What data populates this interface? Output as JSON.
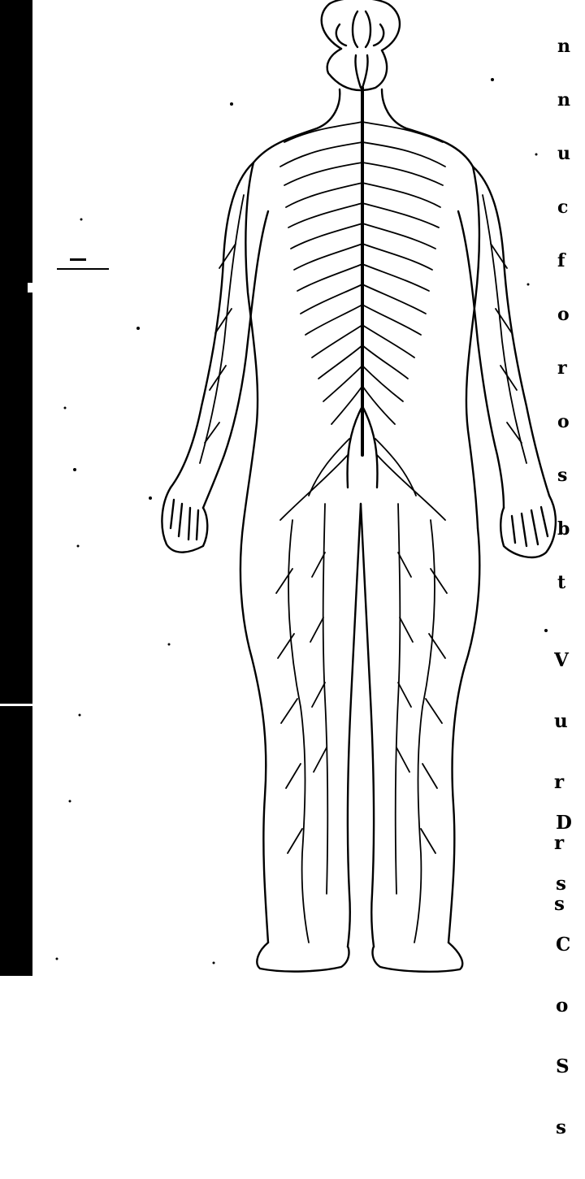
{
  "document": {
    "figure": {
      "subject": "human figure, back view, showing the nervous system",
      "icon": "nervous-system-illustration"
    },
    "right_margin_text": {
      "top_block": [
        "n",
        "n",
        "u",
        "c",
        "f",
        "o",
        "r",
        "o",
        "s",
        "b",
        "t"
      ],
      "middle_block": [
        "V",
        "u",
        "r",
        "r",
        "s"
      ],
      "bottom_block": [
        "D",
        "s",
        "C",
        "o",
        "S",
        "s"
      ]
    },
    "colors": {
      "ink": "#000000",
      "paper": "#ffffff"
    }
  }
}
